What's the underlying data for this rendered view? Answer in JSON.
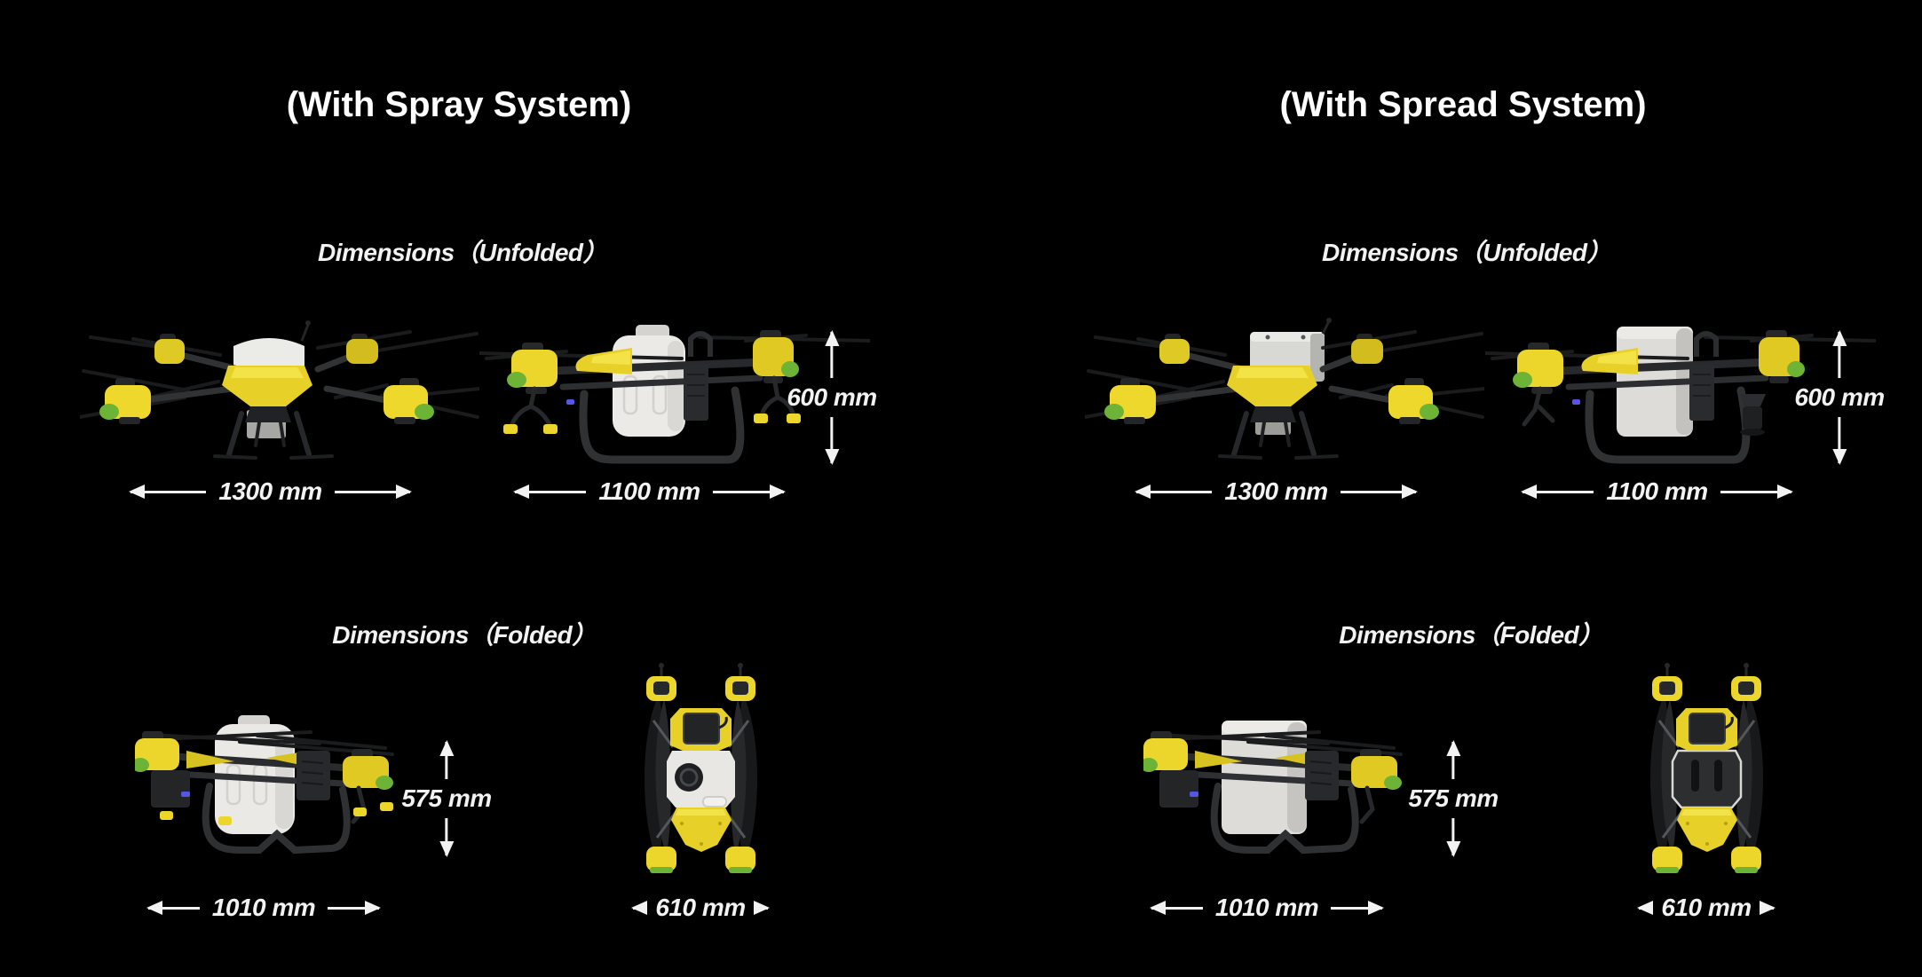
{
  "page": {
    "background_color": "#000000",
    "text_color": "#ffffff"
  },
  "colors": {
    "accent_yellow": "#ecd62b",
    "body_white": "#ebe9e5",
    "hopper_gray": "#dedcd8",
    "frame_dark": "#26282b",
    "prop_black": "#1a1c1e",
    "motor_cap_green": "#6db335",
    "dimension_text": "#f2f2f2"
  },
  "panels": [
    {
      "id": "spray",
      "title": "(With Spray System)",
      "unfolded_section_label": "Dimensions（Unfolded）",
      "folded_section_label": "Dimensions（Folded）",
      "dimensions": {
        "unfolded_width": "1300 mm",
        "unfolded_depth": "1100 mm",
        "unfolded_height": "600 mm",
        "folded_height": "575 mm",
        "folded_width": "1010 mm",
        "folded_depth": "610 mm"
      }
    },
    {
      "id": "spread",
      "title": "(With Spread System)",
      "unfolded_section_label": "Dimensions（Unfolded）",
      "folded_section_label": "Dimensions（Folded）",
      "dimensions": {
        "unfolded_width": "1300 mm",
        "unfolded_depth": "1100 mm",
        "unfolded_height": "600 mm",
        "folded_height": "575 mm",
        "folded_width": "1010 mm",
        "folded_depth": "610 mm"
      }
    }
  ]
}
